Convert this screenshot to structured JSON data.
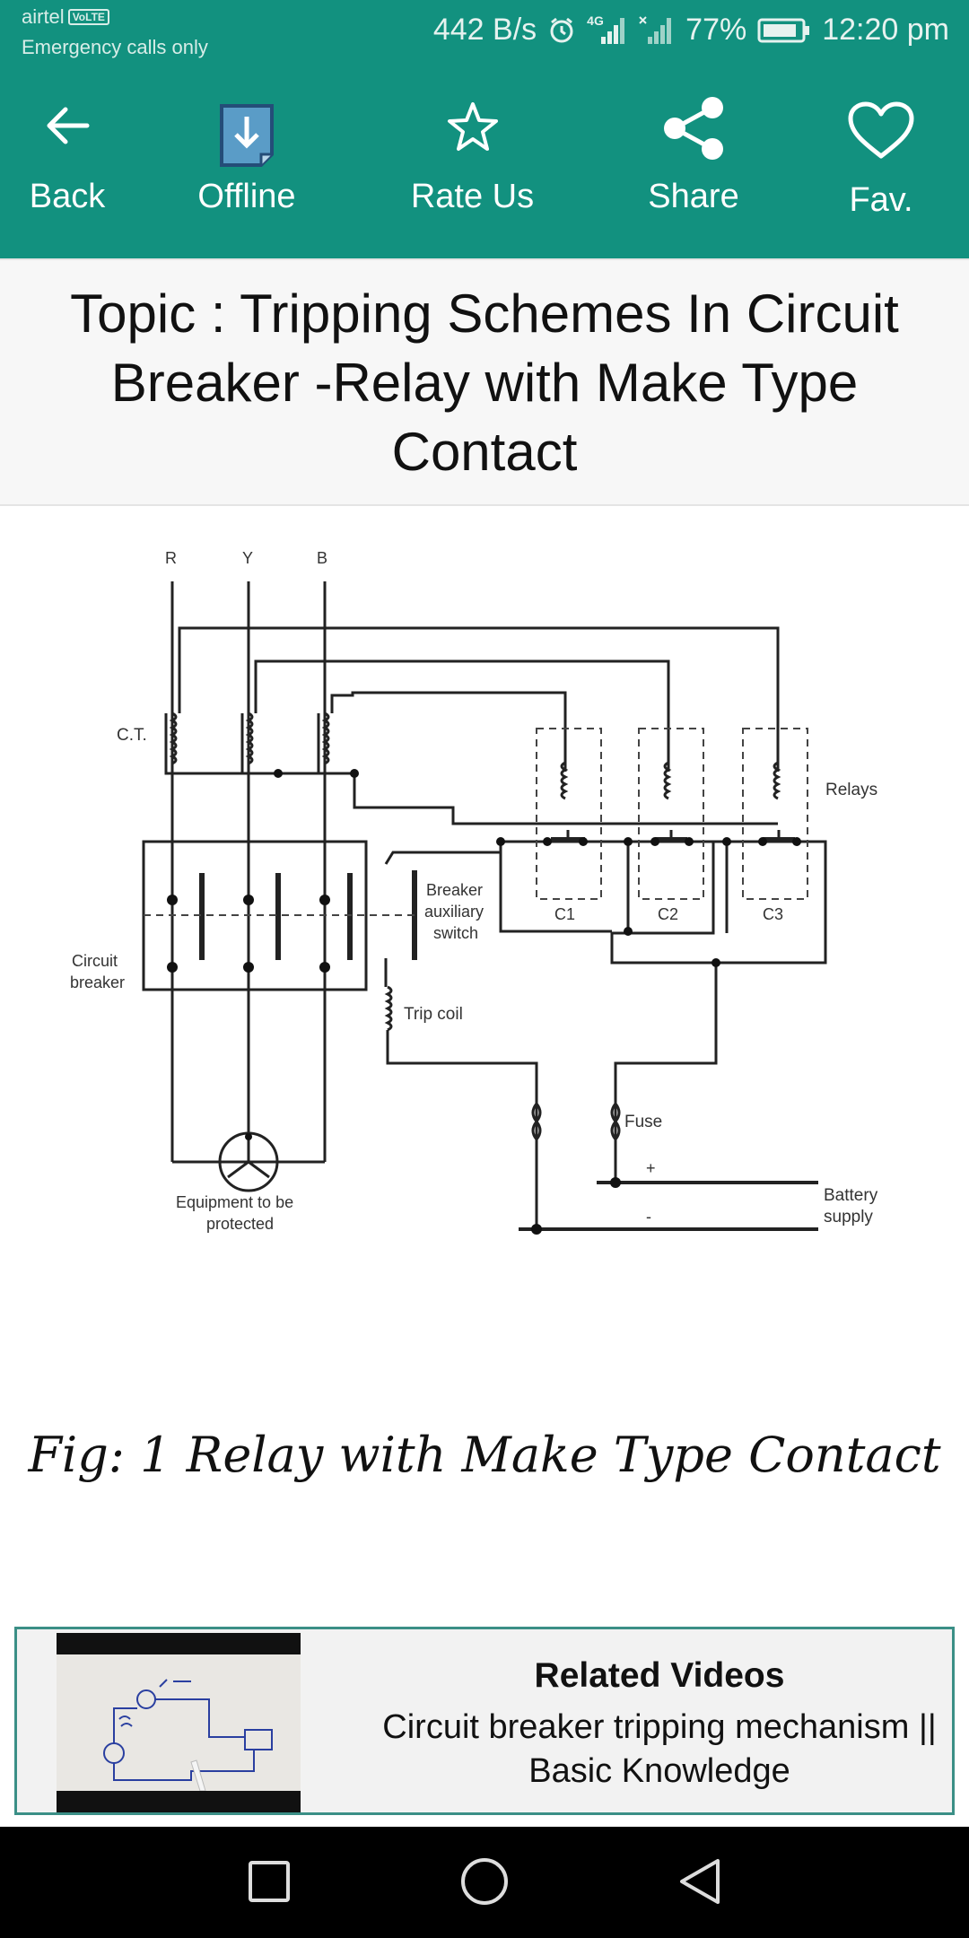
{
  "status_bar": {
    "carrier": "airtel",
    "volte": "VoLTE",
    "emergency": "Emergency calls only",
    "net_speed": "442 B/s",
    "network": "4G",
    "battery": "77%",
    "time": "12:20 pm",
    "icons": [
      "alarm-icon",
      "signal-icon",
      "signal-icon",
      "battery-icon"
    ]
  },
  "toolbar": {
    "back": "Back",
    "offline": "Offline",
    "rate_us": "Rate Us",
    "share": "Share",
    "fav": "Fav."
  },
  "topic": {
    "title": "Topic : Tripping Schemes In Circuit Breaker -Relay with Make Type Contact"
  },
  "diagram": {
    "phase_r": "R",
    "phase_y": "Y",
    "phase_b": "B",
    "ct": "C.T.",
    "relays": "Relays",
    "circuit_breaker_1": "Circuit",
    "circuit_breaker_2": "breaker",
    "aux_1": "Breaker",
    "aux_2": "auxiliary",
    "aux_3": "switch",
    "c1": "C1",
    "c2": "C2",
    "c3": "C3",
    "trip_coil": "Trip coil",
    "fuse": "Fuse",
    "plus": "+",
    "minus": "-",
    "battery_1": "Battery",
    "battery_2": "supply",
    "equipment_1": "Equipment to be",
    "equipment_2": "protected"
  },
  "caption": "Fig: 1 Relay with Make Type Contact",
  "related": {
    "title": "Related Videos",
    "video_title": "Circuit breaker tripping mechanism || Basic Knowledge"
  },
  "colors": {
    "primary": "#12917f",
    "related_border": "#3b8f86"
  }
}
